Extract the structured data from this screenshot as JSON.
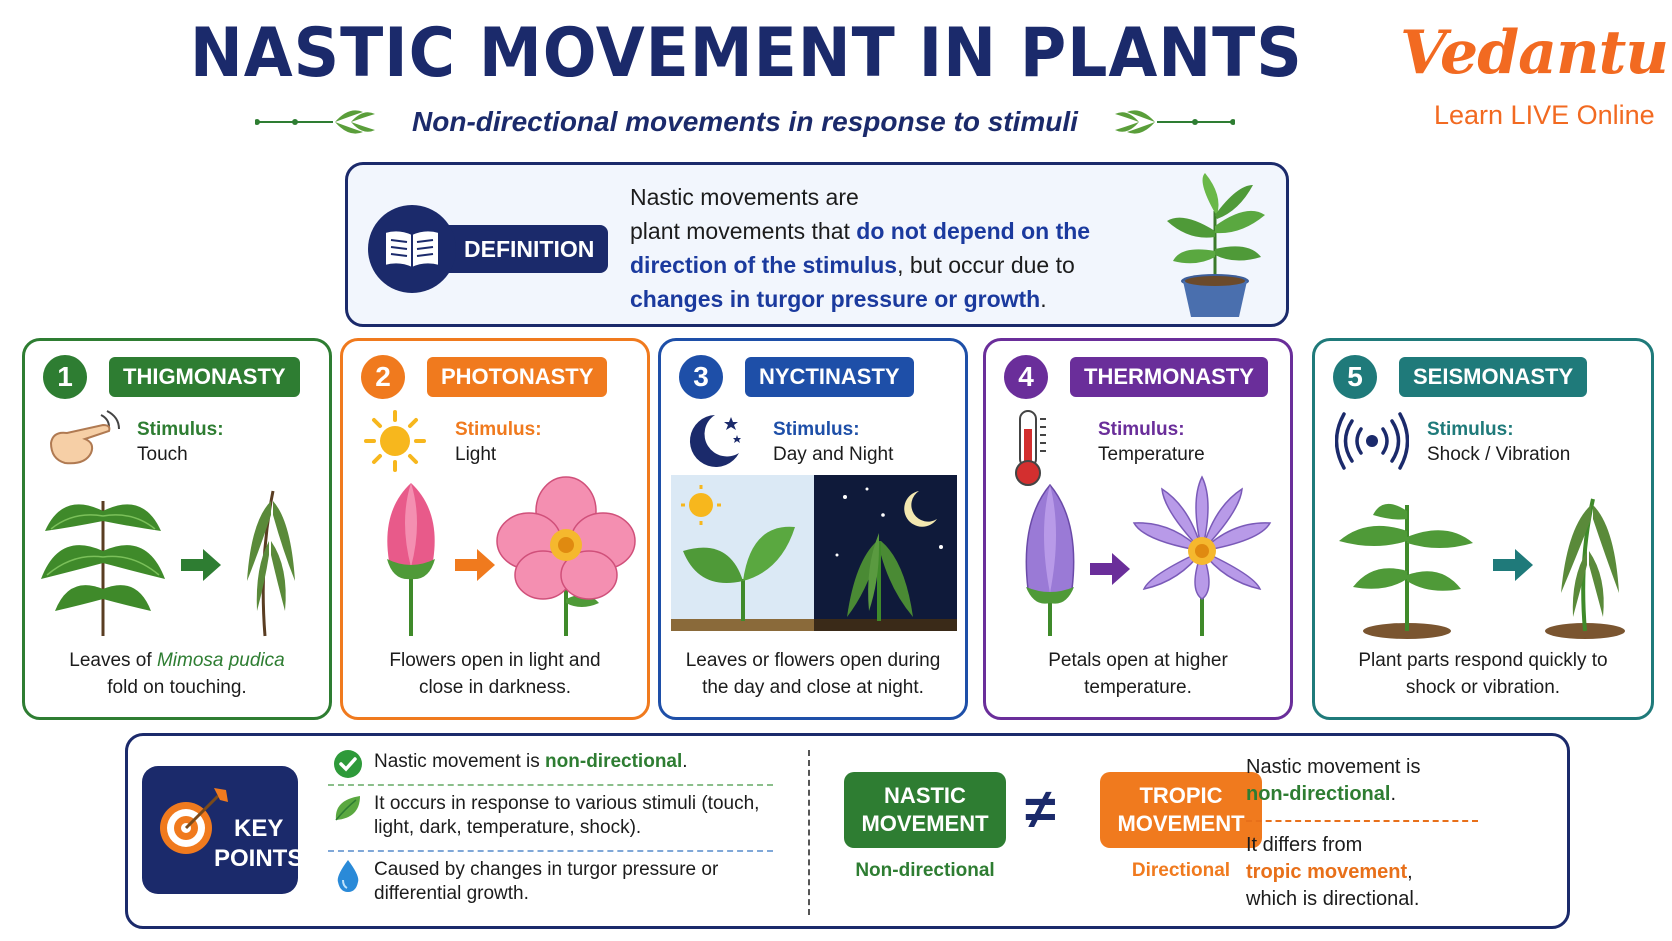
{
  "header": {
    "title": "NASTIC MOVEMENT IN PLANTS",
    "subtitle": "Non-directional movements in response to stimuli",
    "logo_name": "Vedantu",
    "logo_tagline": "Learn LIVE Online"
  },
  "definition": {
    "badge": "DEFINITION",
    "icon": "open-book-icon",
    "text_1": "Nastic movements are",
    "text_2": "plant movements that ",
    "text_3": "do not depend on the direction of the stimulus",
    "text_4": ", but occur due to ",
    "text_5": "changes in turgor pressure or growth",
    "text_6": "."
  },
  "cards": [
    {
      "number": "1",
      "name": "THIGMONASTY",
      "stimulus_label": "Stimulus:",
      "stimulus": "Touch",
      "caption_pre": "Leaves of ",
      "caption_italic": "Mimosa pudica",
      "caption_post": " fold on touching.",
      "icon": "finger-touch-icon",
      "color": "#2e7d32"
    },
    {
      "number": "2",
      "name": "PHOTONASTY",
      "stimulus_label": "Stimulus:",
      "stimulus": "Light",
      "caption": "Flowers open in light and close in darkness.",
      "icon": "sun-icon",
      "color": "#f07a1e"
    },
    {
      "number": "3",
      "name": "NYCTINASTY",
      "stimulus_label": "Stimulus:",
      "stimulus": "Day and Night",
      "caption": "Leaves or flowers open during the day and close at night.",
      "icon": "moon-stars-icon",
      "color": "#1e4fa8"
    },
    {
      "number": "4",
      "name": "THERMONASTY",
      "stimulus_label": "Stimulus:",
      "stimulus": "Temperature",
      "caption": "Petals open at higher temperature.",
      "icon": "thermometer-icon",
      "color": "#6a2e9a"
    },
    {
      "number": "5",
      "name": "SEISMONASTY",
      "stimulus_label": "Stimulus:",
      "stimulus": "Shock / Vibration",
      "caption": "Plant parts respond quickly to shock or vibration.",
      "icon": "vibration-icon",
      "color": "#1f7a7a"
    }
  ],
  "key_points": {
    "badge_1": "KEY",
    "badge_2": "POINTS",
    "items": [
      {
        "pre": "Nastic movement is ",
        "hl": "non-directional",
        "post": ".",
        "icon": "check-circle-icon"
      },
      {
        "text": "It occurs in response to various stimuli (touch, light, dark, temperature, shock).",
        "icon": "leaf-icon"
      },
      {
        "text": "Caused by changes in turgor pressure or differential growth.",
        "icon": "water-drop-icon"
      }
    ],
    "compare": {
      "left_title_1": "NASTIC",
      "left_title_2": "MOVEMENT",
      "left_sub": "Non-directional",
      "symbol": "≠",
      "right_title_1": "TROPIC",
      "right_title_2": "MOVEMENT",
      "right_sub": "Directional"
    },
    "note": {
      "line1": "Nastic movement is",
      "line1_hl": "non-directional",
      "line1_end": ".",
      "line2": "It differs from",
      "line2_hl": "tropic movement",
      "line2_end": ",",
      "line3": "which is directional."
    }
  },
  "colors": {
    "navy": "#1b2a6b",
    "green": "#2e7d32",
    "orange": "#f07a1e",
    "blue": "#1e4fa8",
    "purple": "#6a2e9a",
    "teal": "#1f7a7a",
    "brand": "#f26a21"
  }
}
